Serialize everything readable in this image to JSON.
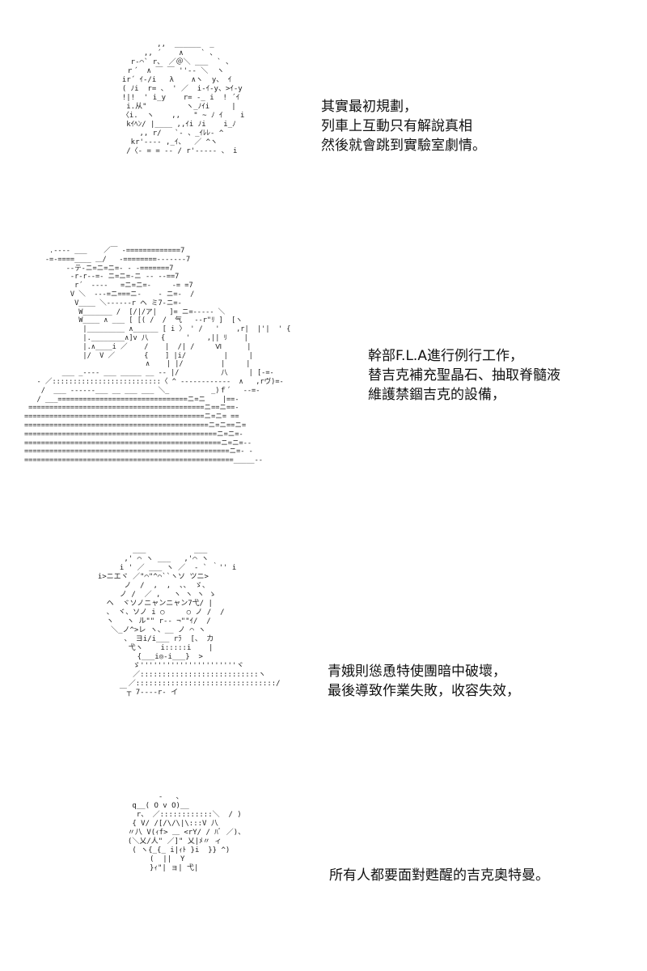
{
  "panels": [
    {
      "art": "          ,,  ______  _\n       ,, ´    ∧    ` 、\n    r‐⌒` r、 ／＠＼ ___  ` 、\n   ｒ´  ∧ ￣ ￣ ''‐‐ ＼  ヽ\n  ir´ ｲ‐/i   λ    ∧ヽ  y、 ｲ\n  ( ﾉi  r= 、 ' ／  i-ｲ-y、>ｲ-y\n  !|!  ' i_y    r= -_ i  ! ´ｲ\n   i.从\"         ヽ_ﾉｲi     |\n  〈i.  ヽ    ,,   \" ~ ﾉ ｲ    i\n   kｲﾍﾝ/ |____ ,,ｲi ﾉi    i_ﾉ\n      ,, r/   `‐ 、_ｲﾚﾚ‐ ^\n    kr'‐‐‐‐ ,_ｲ、  ／ ^ヽ\n   /〈‐ = = ‐‐ / r'‐‐‐‐‐ 、 i",
      "caption": [
        "其實最初規劃，",
        "列車上互動只有解說真相",
        "然後就會跳到實驗室劇情。"
      ]
    },
    {
      "art": "      .‐‐‐- ___    ／￣ -=============7\n     ‐=-====____ ＿/   -========-------7\n          ‐‐テ‐ニ=ニ=ニ=- ‐ -=======7\n           ‐r‐r‐‐=- ニ=ニ=-ニ ‐- ‐‐==7\n            r´  ‐‐‐‐   =ニ=ニ=-     ‐= =7\n           V ＼  ‐‐‐=ニ===ニ-    ‐ ニ=-  /\n            V____ ＼‐‐‐‐‐-r ヘ ミ7‐ニ=‐\n             W_______ /  [/|/ア|   ]= ニ=-‐‐‐‐ ＼\n             W____ ∧ ___ [ [( /  /  气   ‐‐r\"ﾘ ]  [ヽ\n              |_________ ∧______ [ i 〉 ' /   '    ,r|  |'|  ' {\n              |.________∧]v 八   {     '    ,|| ﾘ    |\n              |.∧____i ／    /    |  /| /     Ⅵ      |\n              |/  V ／       {    ] |i/         |     |\n                             ∧    | |/         |     |\n         ___ _‐‐‐‐ ___ _____ __ ‐‐ |/          八     | [-=-\n   ‐ ／::::::::::::::::::::::::::〈 ^ ‐‐‐‐‐‐‐‐‐‐‐‐  ∧   ,rヴ)=-\n    /  ___ ‐‐‐‐‐‐___ __ ___ ___ ＼_          _)ｆ´   ‐‐=-\n   / ___===============================ニ=ニ    |==-\n ==========================================ニ==ニ==-\n===========================================ニ=ニ= ==\n============================================ニ=ニ==ニ=\n==============================================ニ=ニ=‐\n===============================================ニ=ニ=--\n=================================================ニ=‐ -\n==================================================_____--",
      "caption": [
        "幹部F.L.A進行例行工作，",
        "替吉克補充聖晶石、抽取脊髓液",
        "維護禁錮吉克的設備，"
      ]
    },
    {
      "art": "          ___           ___\n        ,' ⌒ ヽ ___   ,'⌒ ヽ\n       i ' ／ ___ ヽ ／  ‐ ` ｀'' i\n  i>ニエヾ ／\"⌒\"^⌒``ヽソ ツニ>\n        ノ  /  ,  ,  、、 ゞ、\n       ノ /  ／ ,   ヽ ヽ ヽ ゝ\n    ヘ  ヾソノニャンニャン7弋/ |\n    、 ヾ、ソノ i ○     ○ ノ /  /\n    ヽ   ヽ ル\"\" r‐‐ ¬\"\"ｲ/  /\n     ＼_ノ^>レ ヽ、__ ノ ⌒ ヽ\n        、 ヨi/i___ rﾗ  [、 カ\n         弋ヽ    i:::::i    |\n           {___i◎‐i___}  >\n          ゞ''''''''''''''''''''''ヾ\n          ／:::::::::::::::::::::::::::ヽ\n         ／::::::::::::::::::::::::::::::::/\n       ￣┬ 7‐‐‐‐r‐ イ",
      "caption": [
        "青娥則慫恿特使團暗中破壞，",
        "最後導致作業失敗，收容失效，"
      ]
    },
    {
      "art": "              -   、\n        q__( O v O)__\n         r、 ／::::::::::::＼  / )\n        { V/ /[/\\/\\|\\:::V 八\n       〃八 V(ｨf> ＿ <rY/ / ﾊﾞ ／)、\n       (＼乂/人\" ／]\" 乂|ﾒ〃 ィ\n        ( ヽ{_{_ i|ｨﾄ }i  }} ^)\n            (  ||  Y\n            }ｨ\"| ョ| 弋|",
      "caption": [
        "所有人都要面對甦醒的吉克奧特曼。"
      ]
    }
  ]
}
